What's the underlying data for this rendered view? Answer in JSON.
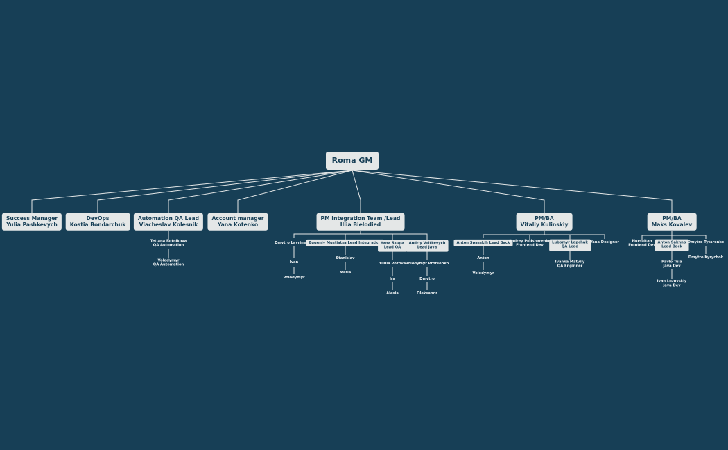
{
  "theme": {
    "background": "#173f56",
    "node_fill": "#e4e7e7",
    "node_text": "#173f56",
    "line_color": "#e4e7e7",
    "leaf_text": "#eef2f3"
  },
  "root": {
    "lines": [
      "Roma GM"
    ]
  },
  "top": [
    {
      "lines": [
        "Success Manager",
        "Yulia Pashkevych"
      ]
    },
    {
      "lines": [
        "DevOps",
        "Kostia Bondarchuk"
      ]
    },
    {
      "lines": [
        "Automation QA Lead",
        "Viacheslav Kolesnik"
      ]
    },
    {
      "lines": [
        "Account manager",
        "Yana Kotenko"
      ]
    },
    {
      "lines": [
        "PM Integration Team /Lead",
        "Illia Bielodied"
      ]
    },
    {
      "lines": [
        "PM/BA",
        "Vitaliy Kulinskiy"
      ]
    },
    {
      "lines": [
        "PM/BA",
        "Maks Kovalev"
      ]
    }
  ],
  "sub": [
    {
      "lines": [
        "Tetiana Botnikova",
        "QA Automation"
      ]
    },
    {
      "lines": [
        "Volodymyr",
        "QA Automation"
      ]
    },
    {
      "lines": [
        "Dmytro Lavrinenko"
      ]
    },
    {
      "lines": [
        "Ivan"
      ]
    },
    {
      "lines": [
        "Volodymyr"
      ]
    },
    {
      "lines": [
        "Eugeniy Mustiatsa Lead Integration"
      ]
    },
    {
      "lines": [
        "Stanislav"
      ]
    },
    {
      "lines": [
        "Maria"
      ]
    },
    {
      "lines": [
        "Yana Skupa",
        "Lead QA"
      ]
    },
    {
      "lines": [
        "Yuliia Pozova"
      ]
    },
    {
      "lines": [
        "Ira"
      ]
    },
    {
      "lines": [
        "Alesia"
      ]
    },
    {
      "lines": [
        "Andriy Voitkevych",
        "Lead Java"
      ]
    },
    {
      "lines": [
        "Volodymyr Protsenko"
      ]
    },
    {
      "lines": [
        "Dmytro"
      ]
    },
    {
      "lines": [
        "Oleksandr"
      ]
    },
    {
      "lines": [
        "Anton Spasskih Lead Back"
      ]
    },
    {
      "lines": [
        "Anton"
      ]
    },
    {
      "lines": [
        "Volodymyr"
      ]
    },
    {
      "lines": [
        "Andrey Podsharenko",
        "Frontend Dev"
      ]
    },
    {
      "lines": [
        "Lubomyr  Lapchak",
        "QA Lead"
      ]
    },
    {
      "lines": [
        "Ivanka Matviiy",
        "QA Enginner"
      ]
    },
    {
      "lines": [
        "Yana Designer"
      ]
    },
    {
      "lines": [
        "Nursultan",
        "Frontend Dev"
      ]
    },
    {
      "lines": [
        "Anton Sakhno",
        "Lead Back"
      ]
    },
    {
      "lines": [
        "Pavlo Tula",
        "Java Dev"
      ]
    },
    {
      "lines": [
        "Ivan Lozovskiy",
        "Java Dev"
      ]
    },
    {
      "lines": [
        "Dmytro Tytarenko"
      ]
    },
    {
      "lines": [
        "Dmytro Kyrychok"
      ]
    }
  ]
}
